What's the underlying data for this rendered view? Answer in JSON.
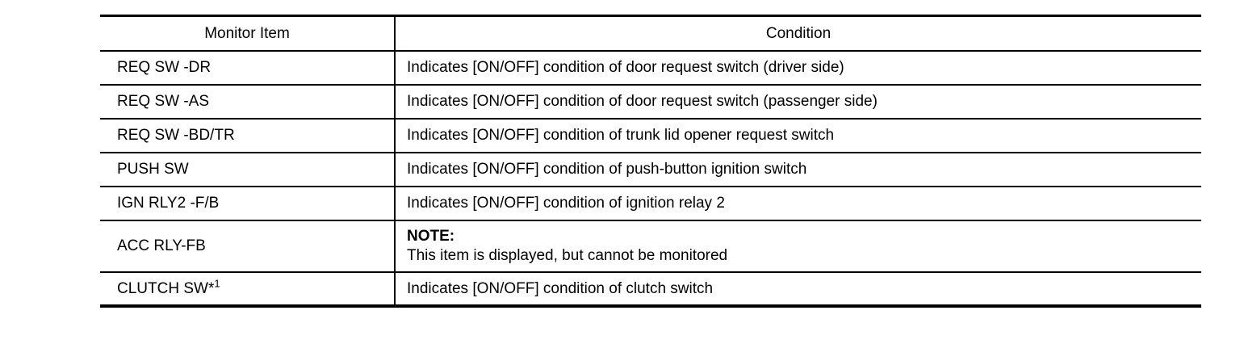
{
  "table": {
    "headers": {
      "item": "Monitor Item",
      "condition": "Condition"
    },
    "rows": [
      {
        "item": "REQ SW -DR",
        "condition": "Indicates [ON/OFF] condition of door request switch (driver side)"
      },
      {
        "item": "REQ SW -AS",
        "condition": "Indicates [ON/OFF] condition of door request switch (passenger side)"
      },
      {
        "item": "REQ SW -BD/TR",
        "condition": "Indicates [ON/OFF] condition of trunk lid opener request switch"
      },
      {
        "item": "PUSH SW",
        "condition": "Indicates [ON/OFF] condition of push-button ignition switch"
      },
      {
        "item": "IGN RLY2 -F/B",
        "condition": "Indicates [ON/OFF] condition of ignition relay 2"
      },
      {
        "item": "ACC RLY-FB",
        "note_title": "NOTE:",
        "note_body": "This item is displayed, but cannot be monitored"
      },
      {
        "item": "CLUTCH SW",
        "item_footnote_star": "*",
        "item_footnote_number": "1",
        "condition": "Indicates [ON/OFF] condition of clutch switch"
      }
    ]
  },
  "colors": {
    "text": "#000000",
    "background": "#ffffff",
    "rule": "#000000"
  }
}
